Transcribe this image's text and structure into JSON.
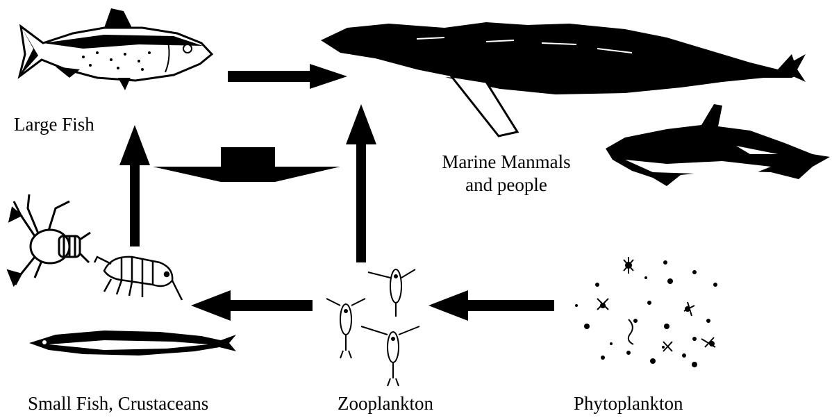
{
  "labels": {
    "large_fish": "Large Fish",
    "marine_line1": "Marine Manmals",
    "marine_line2": "and people",
    "small_fish": "Small Fish, Crustaceans",
    "zooplankton": "Zooplankton",
    "phytoplankton": "Phytoplankton"
  },
  "icons": {
    "herring": "herring-icon",
    "whale": "humpback-whale-icon",
    "dolphin": "dolphin-icon",
    "lobster": "lobster-icon",
    "shrimp": "shrimp-icon",
    "eel": "sand-eel-icon",
    "copepods": "copepod-icon",
    "phyto": "phytoplankton-icon"
  },
  "colors": {
    "ink": "#000000",
    "background": "#ffffff"
  }
}
